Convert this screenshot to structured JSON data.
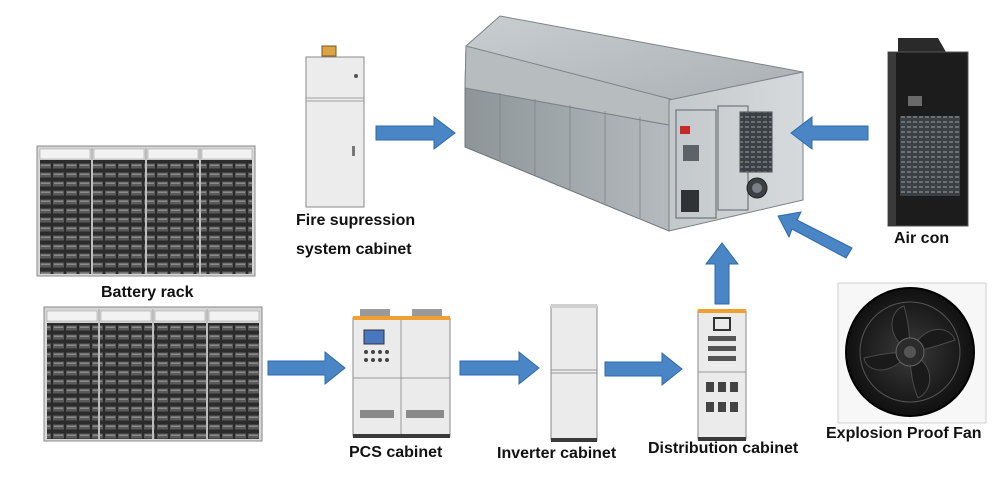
{
  "labels": {
    "fire_line1": "Fire supression",
    "fire_line2": "system cabinet",
    "battery_rack": "Battery rack",
    "pcs_cabinet": "PCS cabinet",
    "inverter_cabinet": "Inverter cabinet",
    "distribution_cabinet": "Distribution cabinet",
    "air_con": "Air con",
    "explosion_fan": "Explosion Proof Fan"
  },
  "colors": {
    "arrow": "#4a86c6",
    "arrow_edge": "#2e6aa8",
    "cabinet_gray": "#e6e6e6",
    "container_gray": "#9aa0a4",
    "rack_dark": "#3a3a3a",
    "accent_orange": "#f0a030"
  }
}
